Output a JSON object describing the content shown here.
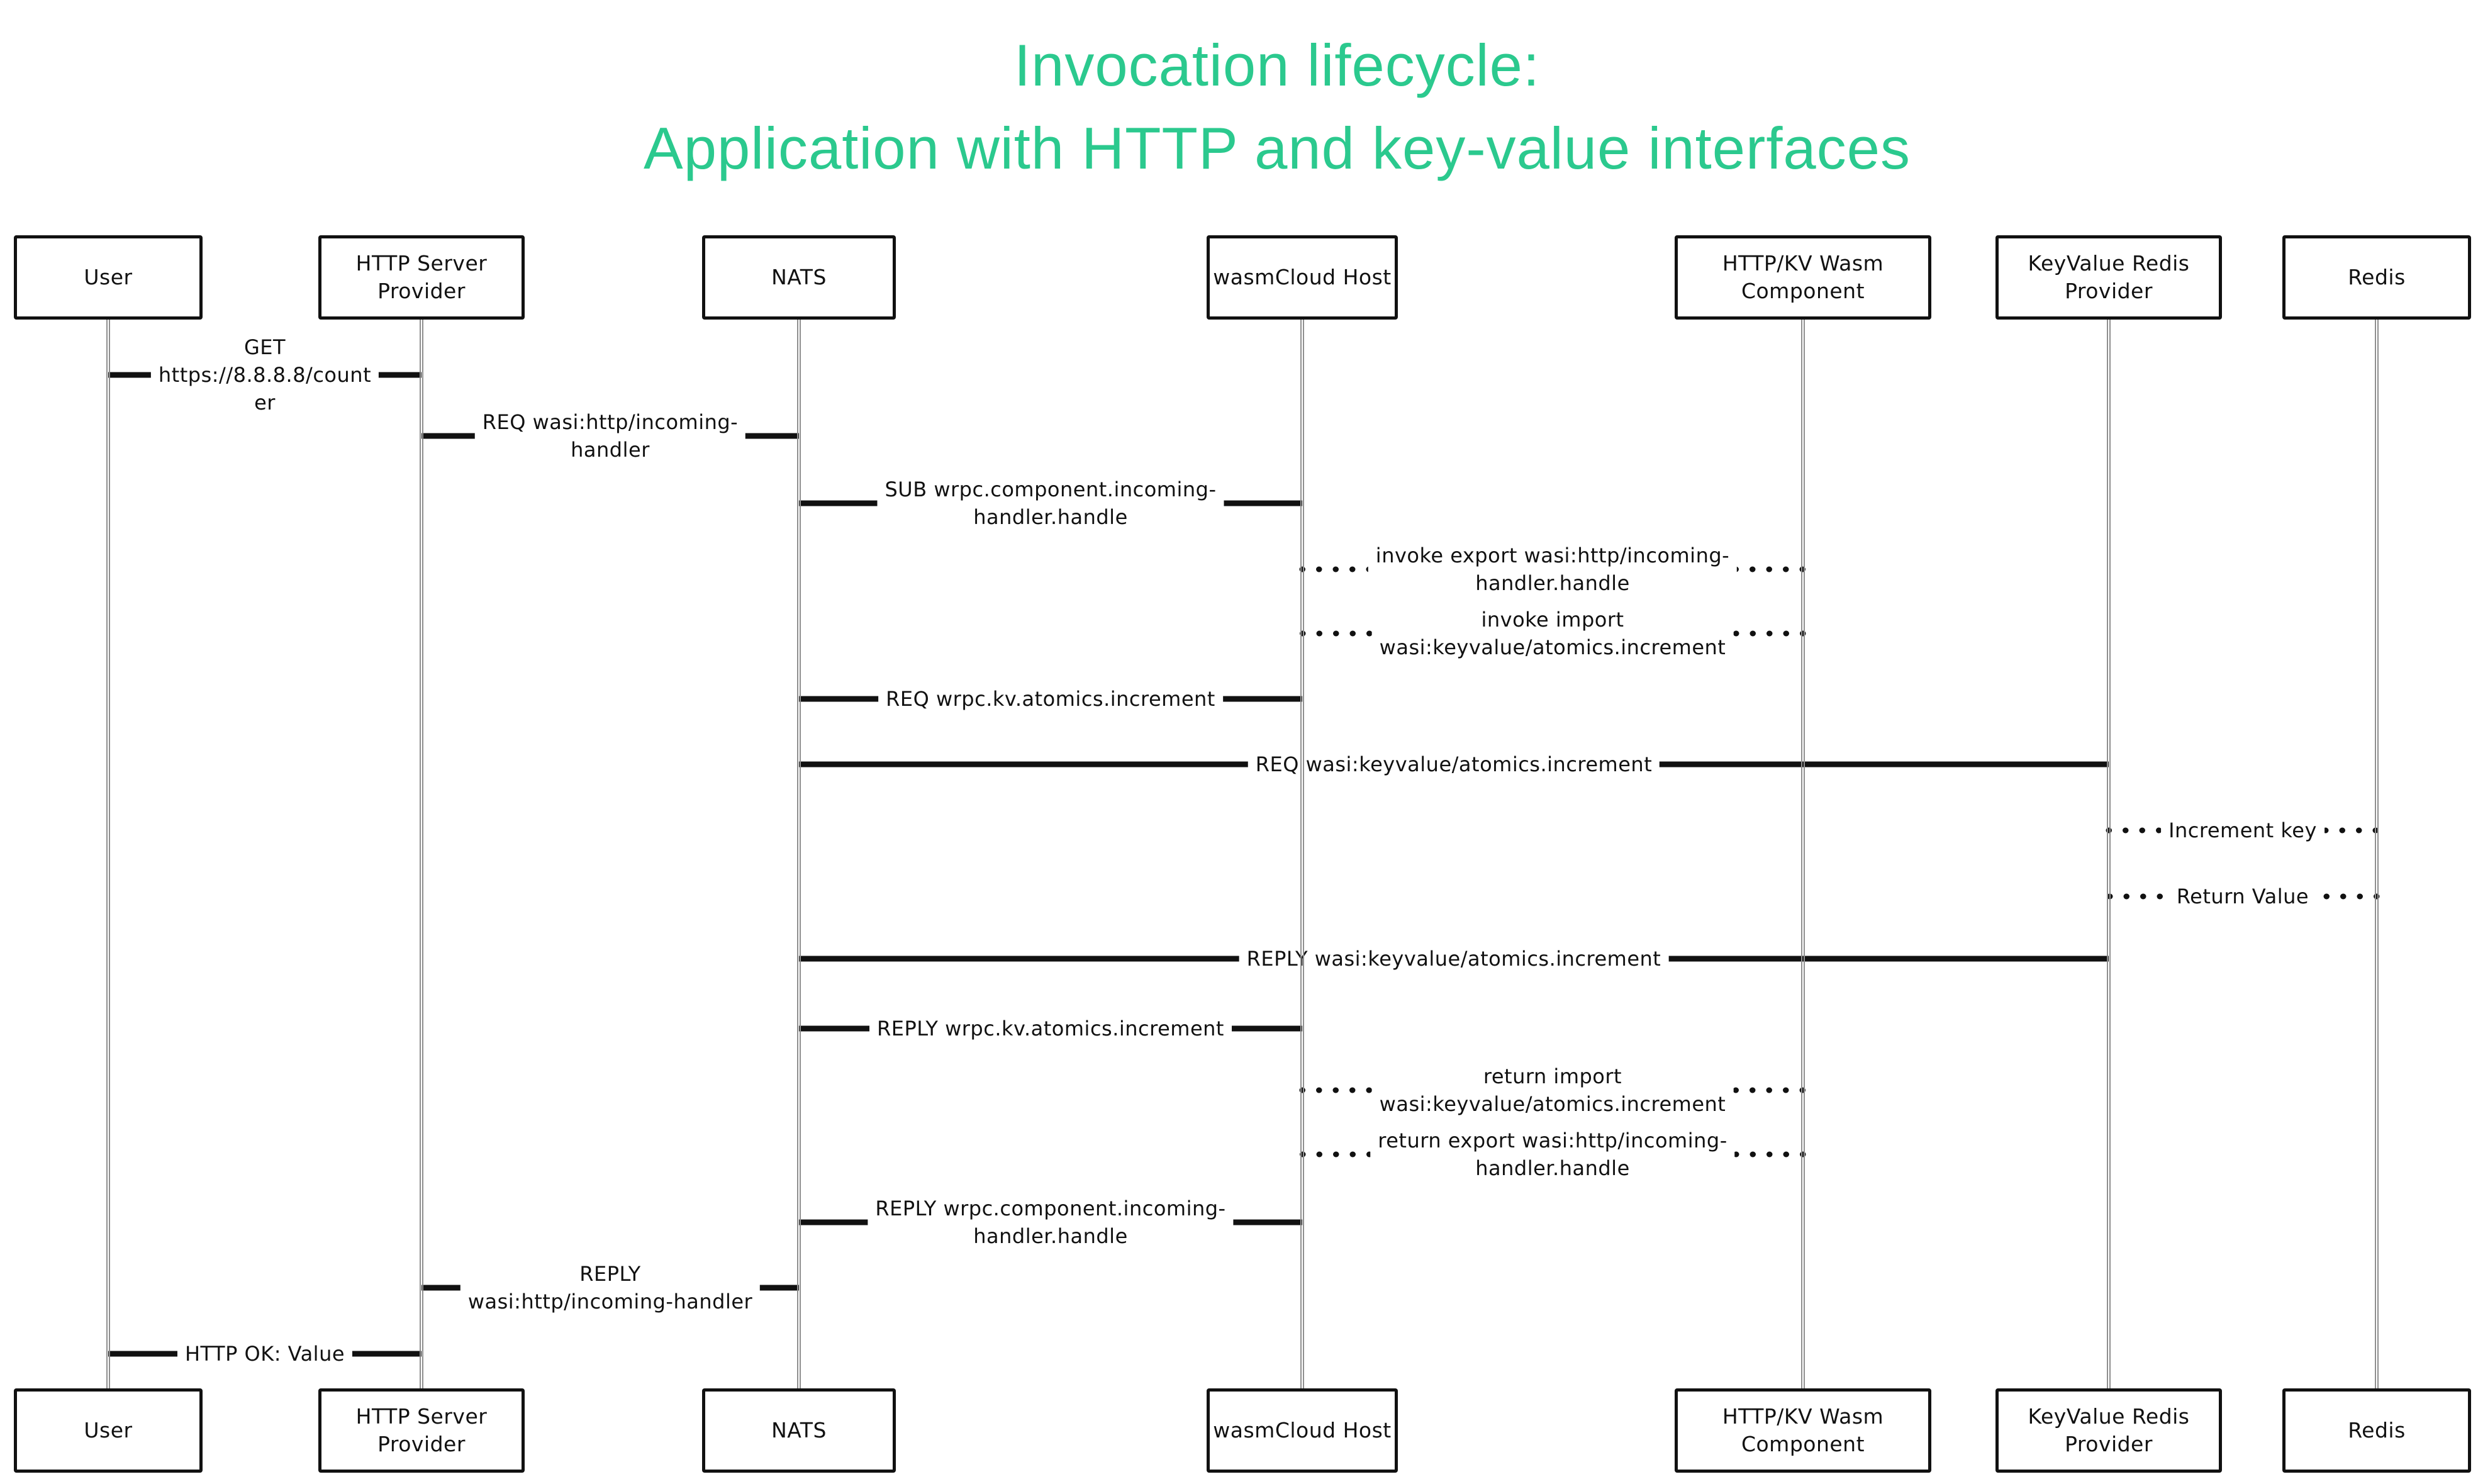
{
  "title": {
    "line1": "Invocation lifecycle:",
    "line2": "Application with HTTP and key-value interfaces"
  },
  "colors": {
    "accent_green": "#2BC98E",
    "message_line": "#111111",
    "lifeline_gray": "#8f8f8f",
    "box_border": "#111111",
    "background": "#ffffff"
  },
  "participants": [
    {
      "id": "user",
      "label": "User"
    },
    {
      "id": "http-server-provider",
      "label": "HTTP Server\nProvider"
    },
    {
      "id": "nats",
      "label": "NATS"
    },
    {
      "id": "wasmcloud-host",
      "label": "wasmCloud Host"
    },
    {
      "id": "http-kv-wasm-component",
      "label": "HTTP/KV Wasm\nComponent"
    },
    {
      "id": "keyvalue-redis-provider",
      "label": "KeyValue Redis\nProvider"
    },
    {
      "id": "redis",
      "label": "Redis"
    }
  ],
  "messages": [
    {
      "from": "user",
      "to": "http-server-provider",
      "style": "solid",
      "text": "GET\nhttps://8.8.8.8/count\ner"
    },
    {
      "from": "http-server-provider",
      "to": "nats",
      "style": "solid",
      "text": "REQ wasi:http/incoming-\nhandler"
    },
    {
      "from": "nats",
      "to": "wasmcloud-host",
      "style": "solid",
      "text": "SUB wrpc.component.incoming-\nhandler.handle"
    },
    {
      "from": "wasmcloud-host",
      "to": "http-kv-wasm-component",
      "style": "dotted",
      "text": "invoke export wasi:http/incoming-\nhandler.handle"
    },
    {
      "from": "http-kv-wasm-component",
      "to": "wasmcloud-host",
      "style": "dotted",
      "text": "invoke import\nwasi:keyvalue/atomics.increment"
    },
    {
      "from": "wasmcloud-host",
      "to": "nats",
      "style": "solid",
      "text": "REQ wrpc.kv.atomics.increment"
    },
    {
      "from": "nats",
      "to": "keyvalue-redis-provider",
      "style": "solid",
      "text": "REQ wasi:keyvalue/atomics.increment"
    },
    {
      "from": "keyvalue-redis-provider",
      "to": "redis",
      "style": "dotted",
      "text": "Increment key"
    },
    {
      "from": "redis",
      "to": "keyvalue-redis-provider",
      "style": "dotted",
      "text": "Return Value"
    },
    {
      "from": "keyvalue-redis-provider",
      "to": "nats",
      "style": "solid",
      "text": "REPLY wasi:keyvalue/atomics.increment"
    },
    {
      "from": "nats",
      "to": "wasmcloud-host",
      "style": "solid",
      "text": "REPLY wrpc.kv.atomics.increment"
    },
    {
      "from": "wasmcloud-host",
      "to": "http-kv-wasm-component",
      "style": "dotted",
      "text": "return import\nwasi:keyvalue/atomics.increment"
    },
    {
      "from": "http-kv-wasm-component",
      "to": "wasmcloud-host",
      "style": "dotted",
      "text": "return export wasi:http/incoming-\nhandler.handle"
    },
    {
      "from": "wasmcloud-host",
      "to": "nats",
      "style": "solid",
      "text": "REPLY wrpc.component.incoming-\nhandler.handle"
    },
    {
      "from": "nats",
      "to": "http-server-provider",
      "style": "solid",
      "text": "REPLY\nwasi:http/incoming-handler"
    },
    {
      "from": "http-server-provider",
      "to": "user",
      "style": "solid",
      "text": "HTTP OK: Value"
    }
  ]
}
